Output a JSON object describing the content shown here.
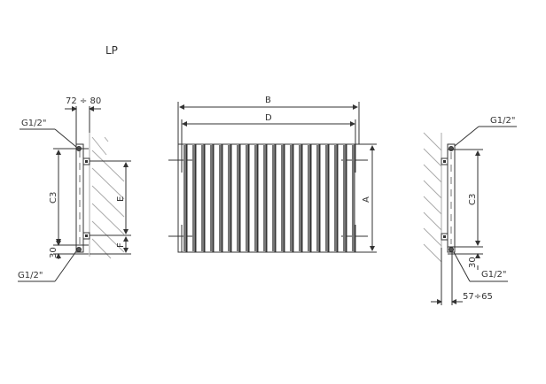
{
  "title": "LP",
  "left_view": {
    "width_label": "72 ÷ 80",
    "top_connection": "G1/2\"",
    "bottom_connection": "G1/2\"",
    "c3_label": "C3",
    "offset_label": "30",
    "e_label": "E",
    "f_label": "F"
  },
  "front_view": {
    "b_label": "B",
    "d_label": "D",
    "a_label": "A",
    "tube_count": 20
  },
  "right_view": {
    "top_connection": "G1/2\"",
    "bottom_connection": "G1/2\"",
    "c3_label": "C3",
    "offset_label": "30",
    "depth_label": "57÷65"
  },
  "colors": {
    "line": "#333333",
    "tube_shade": "#777777",
    "hatch": "#999999"
  }
}
